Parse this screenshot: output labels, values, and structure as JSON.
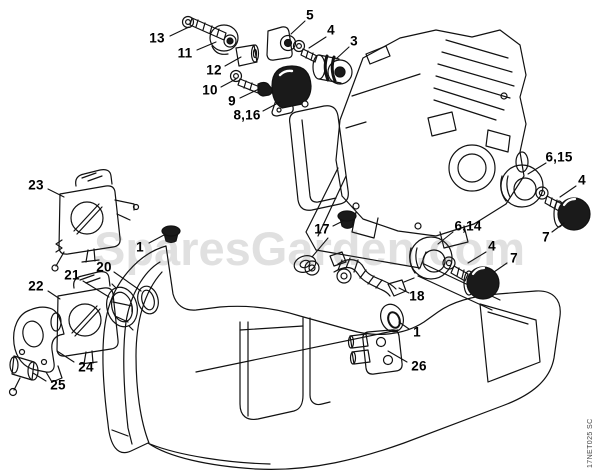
{
  "watermark": {
    "text": "SparesGarden.com"
  },
  "diagram_code": "17NET025 SC",
  "callouts": [
    {
      "label": "13"
    },
    {
      "label": "11"
    },
    {
      "label": "12"
    },
    {
      "label": "10"
    },
    {
      "label": "9"
    },
    {
      "label": "8,16"
    },
    {
      "label": "5"
    },
    {
      "label": "4"
    },
    {
      "label": "3"
    },
    {
      "label": "6,15"
    },
    {
      "label": "4"
    },
    {
      "label": "7"
    },
    {
      "label": "6,14"
    },
    {
      "label": "4"
    },
    {
      "label": "7"
    },
    {
      "label": "23"
    },
    {
      "label": "1"
    },
    {
      "label": "17"
    },
    {
      "label": "18"
    },
    {
      "label": "1"
    },
    {
      "label": "26"
    },
    {
      "label": "20"
    },
    {
      "label": "21"
    },
    {
      "label": "22"
    },
    {
      "label": "24"
    },
    {
      "label": "25"
    }
  ],
  "colors": {
    "line": "#111111",
    "dark_part": "#1a1a1a",
    "watermark": "#bdbdbd"
  }
}
